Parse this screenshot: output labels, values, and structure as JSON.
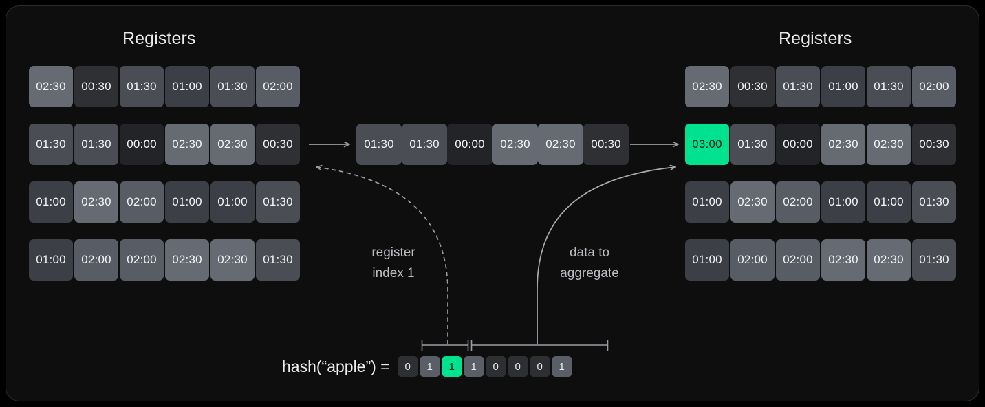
{
  "theme": {
    "background": "#000000",
    "panel": "#0e0e0e",
    "accent": "#00e28d",
    "text": "#e9eaec",
    "muted": "#b9bcc0",
    "line": "#8b8f95"
  },
  "left_panel": {
    "title": "Registers",
    "rows": [
      [
        "02:30",
        "00:30",
        "01:30",
        "01:00",
        "01:30",
        "02:00"
      ],
      [
        "01:30",
        "01:30",
        "00:00",
        "02:30",
        "02:30",
        "00:30"
      ],
      [
        "01:00",
        "02:30",
        "02:00",
        "01:00",
        "01:00",
        "01:30"
      ],
      [
        "01:00",
        "02:00",
        "02:00",
        "02:30",
        "02:30",
        "01:30"
      ]
    ]
  },
  "right_panel": {
    "title": "Registers",
    "rows": [
      [
        "02:30",
        "00:30",
        "01:30",
        "01:00",
        "01:30",
        "02:00"
      ],
      [
        "03:00",
        "01:30",
        "00:00",
        "02:30",
        "02:30",
        "00:30"
      ],
      [
        "01:00",
        "02:30",
        "02:00",
        "01:00",
        "01:00",
        "01:30"
      ],
      [
        "01:00",
        "02:00",
        "02:00",
        "02:30",
        "02:30",
        "01:30"
      ]
    ],
    "highlight": {
      "row": 1,
      "col": 0,
      "value": "03:00"
    }
  },
  "middle_row": {
    "values": [
      "01:30",
      "01:30",
      "00:00",
      "02:30",
      "02:30",
      "00:30"
    ]
  },
  "annotations": {
    "register_index": "register\nindex 1",
    "data_to_aggregate": "data to\naggregate"
  },
  "hash": {
    "label": "hash(“apple”)  =",
    "bits": [
      "0",
      "1",
      "1",
      "1",
      "0",
      "0",
      "0",
      "1"
    ],
    "highlight_index": 2,
    "index_bits_span": [
      0,
      1
    ],
    "data_bits_span": [
      2,
      7
    ]
  },
  "arrows": {
    "left_to_middle": "arrow-right",
    "middle_to_right": "arrow-right"
  }
}
